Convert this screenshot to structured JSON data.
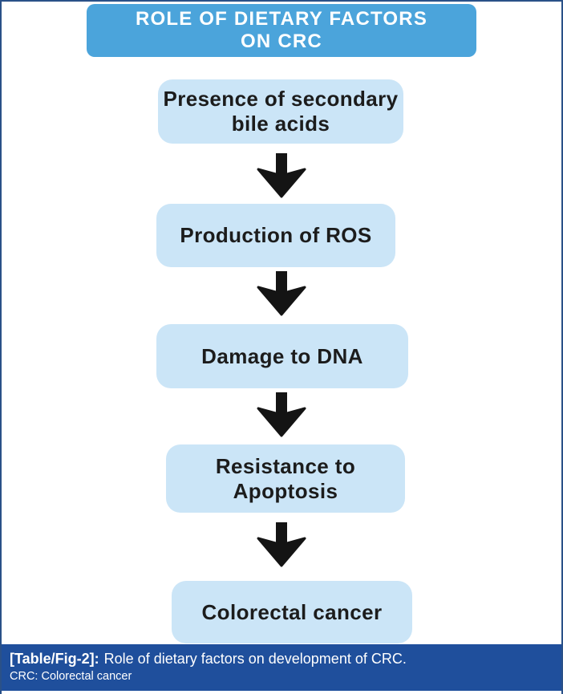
{
  "figure": {
    "title": "ROLE OF DIETARY FACTORS\nON CRC",
    "nodes": [
      "Presence of secondary\nbile acids",
      "Production of ROS",
      "Damage to DNA",
      "Resistance to\nApoptosis",
      "Colorectal cancer"
    ],
    "flow_order": [
      "Presence of secondary bile acids",
      "Production of ROS",
      "Damage to DNA",
      "Resistance to Apoptosis",
      "Colorectal cancer"
    ],
    "colors": {
      "title_background": "#4BA4DB",
      "node_background": "#CBE5F7",
      "node_text": "#1c1c1c",
      "title_text": "#ffffff",
      "arrow": "#141414",
      "page_border": "#2A5188"
    }
  },
  "caption": {
    "label": "[Table/Fig-2]:",
    "text": "Role of dietary factors on development of CRC.",
    "footnote": "CRC: Colorectal cancer",
    "colors": {
      "bar_background": "#1F4F9C",
      "text": "#ffffff"
    }
  }
}
